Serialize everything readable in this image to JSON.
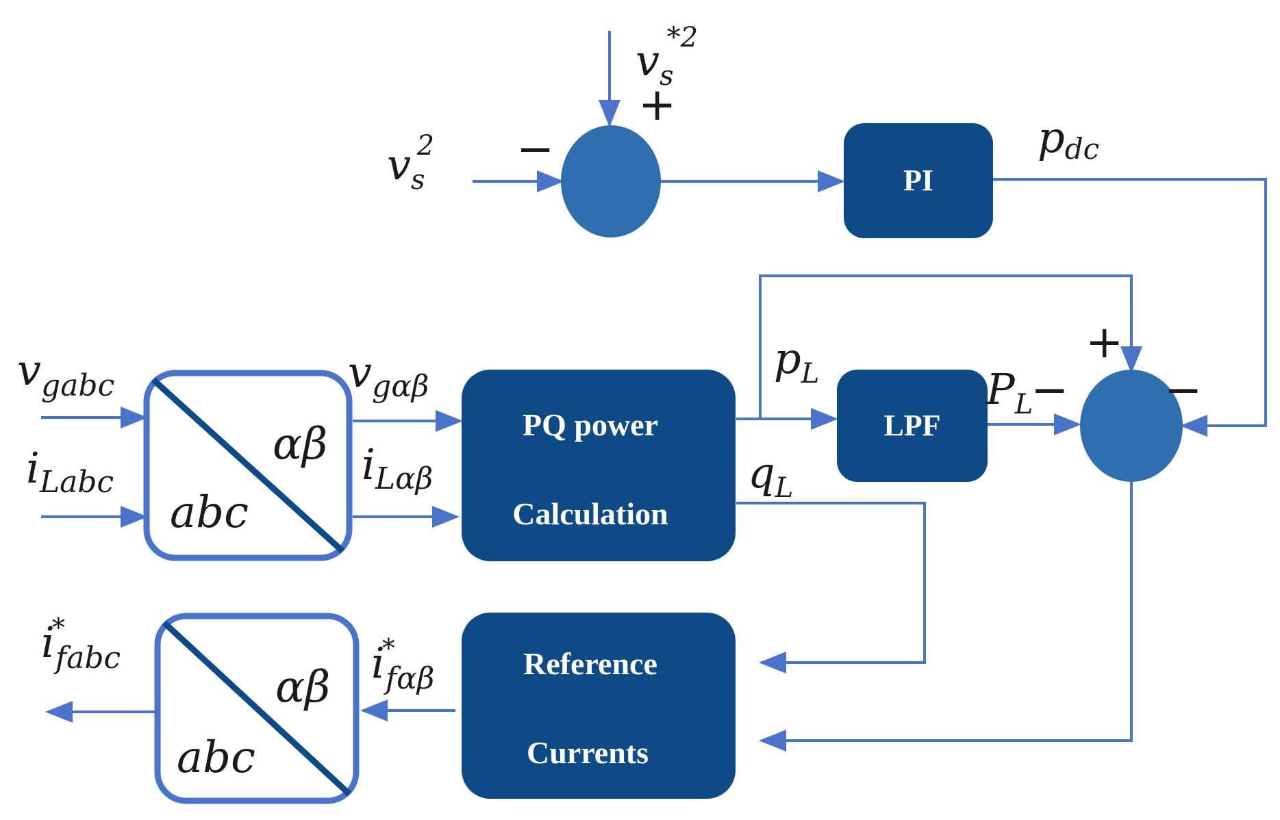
{
  "colors": {
    "block_fill": "#0e4a86",
    "summer_fill": "#2f6fb0",
    "line": "#4a74c9",
    "text": "#1a1a1a",
    "block_text": "#ffffff"
  },
  "blocks": {
    "pi": "PI",
    "lpf": "LPF",
    "pq_line1": "PQ power",
    "pq_line2": "Calculation",
    "ref_line1": "Reference",
    "ref_line2": "Currents"
  },
  "transforms": {
    "top": {
      "upper": "αβ",
      "lower": "abc"
    },
    "bottom": {
      "upper": "αβ",
      "lower": "abc"
    }
  },
  "signals": {
    "vs_ref": {
      "base": "v",
      "sub": "s",
      "sup": "*2"
    },
    "vs_sq": {
      "base": "v",
      "sub": "s",
      "sup": "2"
    },
    "p_dc": {
      "base": "p",
      "sub": "dc"
    },
    "v_gabc": {
      "base": "v",
      "sub": "gabc"
    },
    "i_labc": {
      "base": "i",
      "sub": "Labc"
    },
    "v_galphabeta": {
      "base": "v",
      "sub": "gαβ"
    },
    "i_lalphabeta": {
      "base": "i",
      "sub": "Lαβ"
    },
    "p_l": {
      "base": "p",
      "sub": "L"
    },
    "p_l_bar": {
      "base": "P",
      "sub": "L"
    },
    "q_l": {
      "base": "q",
      "sub": "L"
    },
    "i_f_alphabeta": {
      "base": "i",
      "sub": "fαβ",
      "sup": "*"
    },
    "i_fabc": {
      "base": "i",
      "sub": "fabc",
      "sup": "*"
    }
  },
  "summer1": {
    "plus": "+",
    "minus": "−"
  },
  "summer2": {
    "plus": "+",
    "minus_left": "−",
    "minus_right": "−"
  }
}
